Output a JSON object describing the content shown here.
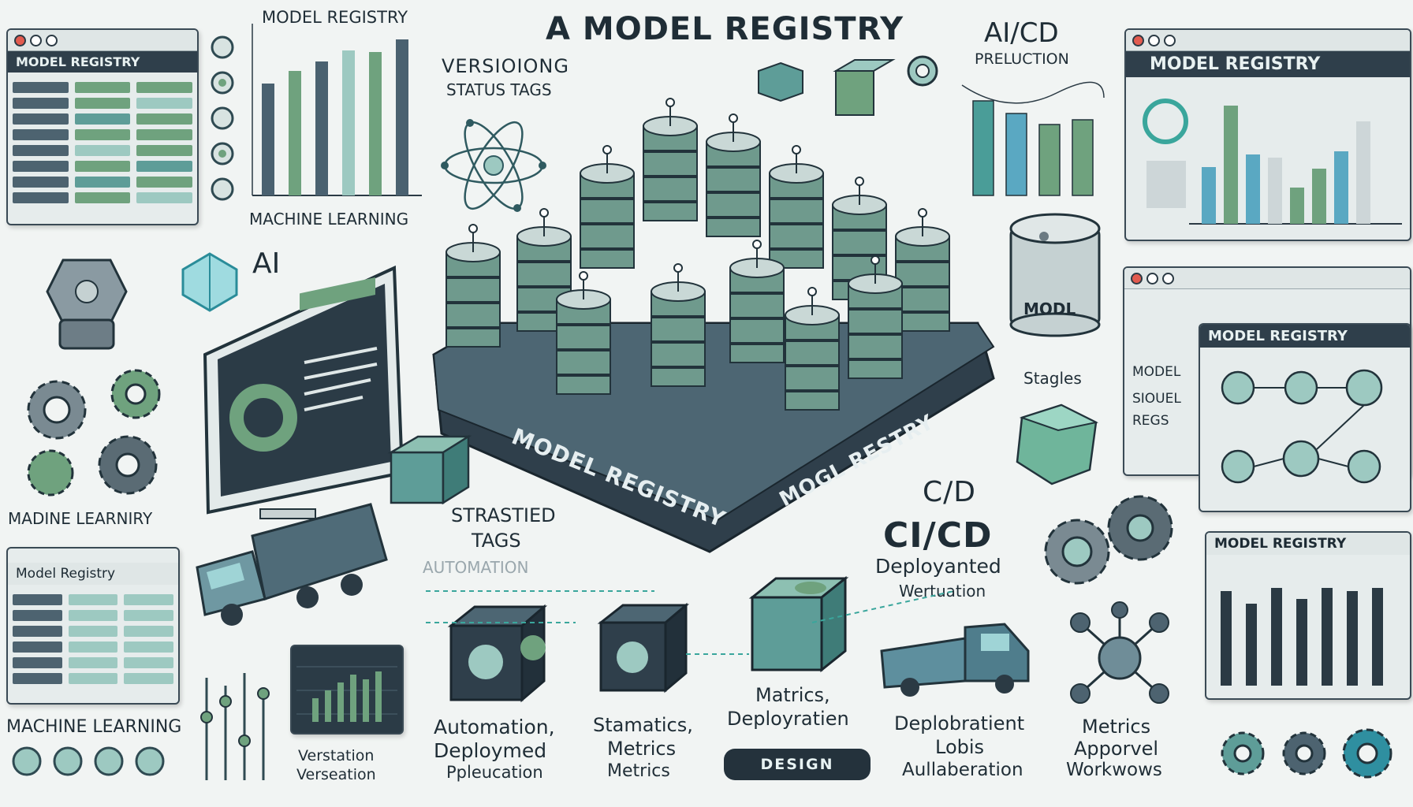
{
  "title": "A MODEL REGISTRY",
  "top": {
    "model_registry_label": "MODEL REGISTRY",
    "machine_learning_label": "MACHINE LEARNING",
    "versioning_label": "VERSIOIONG",
    "status_tags_label": "STATUS TAGS",
    "aicd_label": "AI/CD",
    "prediction_label": "PRELUCTION"
  },
  "windows": {
    "top_left_title": "MODEL REGISTRY",
    "top_right_title": "MODEL REGISTRY",
    "mid_right_title": "MODEL REGISTRY",
    "mid_right_side": [
      "MODEL",
      "SIOUEL",
      "REGS"
    ],
    "bottom_left_title": "Model Registry",
    "bottom_right_title": "MODEL REGISTRY"
  },
  "left": {
    "ai_label": "AI",
    "madine_label": "MADINE LEARNIRY",
    "ml_bottom_label": "MACHINE LEARNING",
    "versation_1": "Verstation",
    "versation_2": "Verseation"
  },
  "platform": {
    "left_text": "MODEL REGISTRY",
    "right_text": "MOGL RESTRY"
  },
  "center": {
    "stratsied_1": "STRASTIED",
    "stratsied_2": "TAGS",
    "automation_faint": "AUTOMATION",
    "cicd_small": "C/D",
    "cicd_big": "CI/CD",
    "deployanted": "Deployanted",
    "wertuation": "Wertuation",
    "model_barrel": "MODL",
    "stagles": "Stagles"
  },
  "bottom": {
    "col1": [
      "Automation,",
      "Deploymed",
      "Ppleucation"
    ],
    "col2": [
      "Stamatics,",
      "Metrics",
      "Metrics"
    ],
    "col3": [
      "Matrics,",
      "Deployratien"
    ],
    "design_button": "DESIGN",
    "col4": [
      "Deplobratient",
      "Lobis",
      "Aullaberation"
    ],
    "col5": [
      "Metrics",
      "Apporvel",
      "Workwows"
    ]
  },
  "colors": {
    "navy": "#2f3f4b",
    "teal": "#5e9d98",
    "green": "#6fa27e",
    "light_teal": "#9dc9c1",
    "background": "#f1f4f3"
  }
}
